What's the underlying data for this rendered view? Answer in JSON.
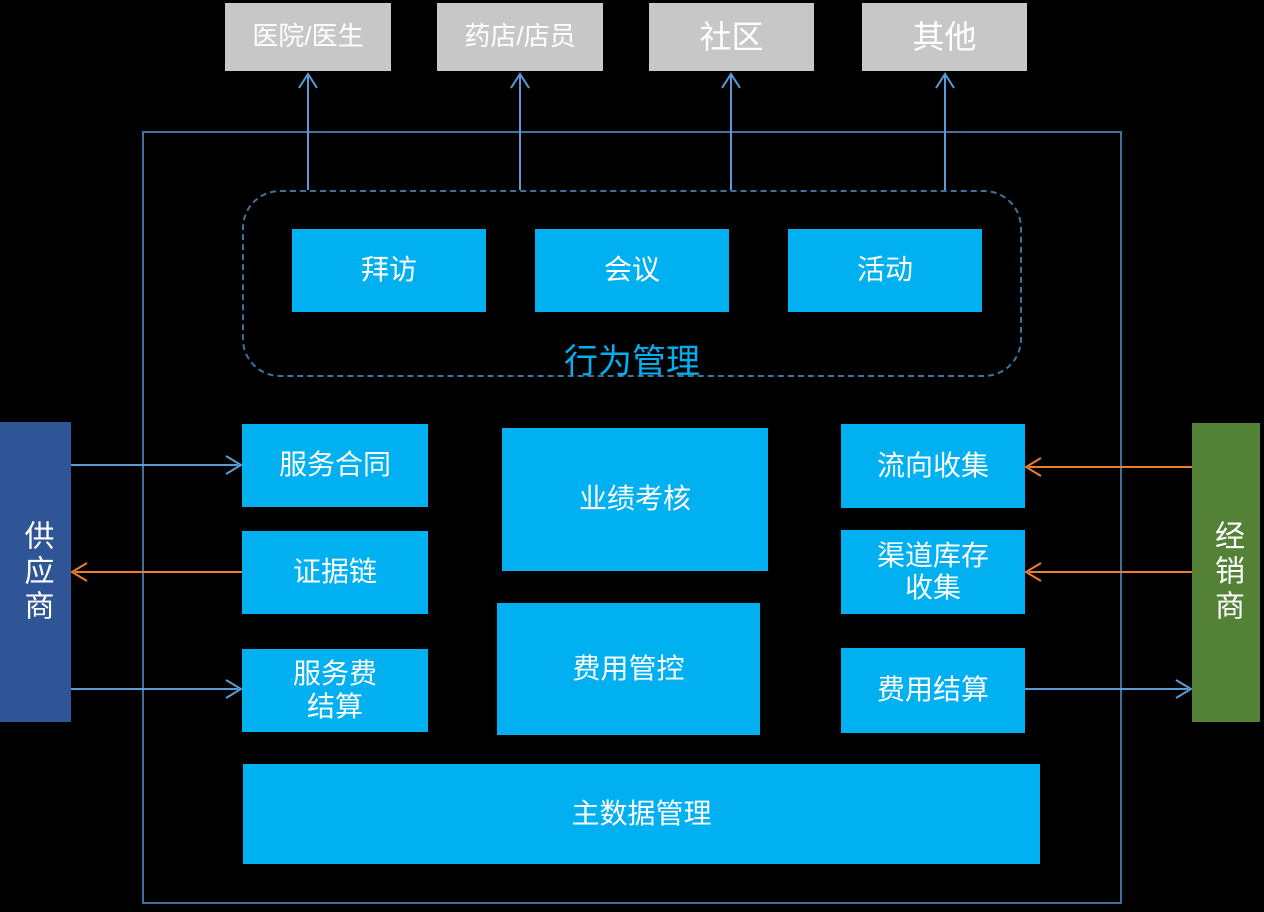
{
  "top_entities": [
    "医院/医生",
    "药店/店员",
    "社区",
    "其他"
  ],
  "behavior_group": {
    "label": "行为管理",
    "items": [
      "拜访",
      "会议",
      "活动"
    ]
  },
  "left_column": [
    "服务合同",
    "证据链",
    "服务费\n结算"
  ],
  "center_column": [
    "业绩考核",
    "费用管控"
  ],
  "right_column": [
    "流向收集",
    "渠道库存\n收集",
    "费用结算"
  ],
  "bottom_bar": "主数据管理",
  "left_entity": "供应商",
  "right_entity": "经销商",
  "colors": {
    "module_cyan": "#00b0f0",
    "entity_gray": "#c7c7c7",
    "supplier_blue": "#2f5597",
    "distributor_green": "#538135",
    "frame_blue": "#41719c",
    "arrow_blue": "#5b9bd5",
    "arrow_orange": "#ed7d31",
    "group_label_cyan": "#00b0f0",
    "background": "#000000"
  }
}
